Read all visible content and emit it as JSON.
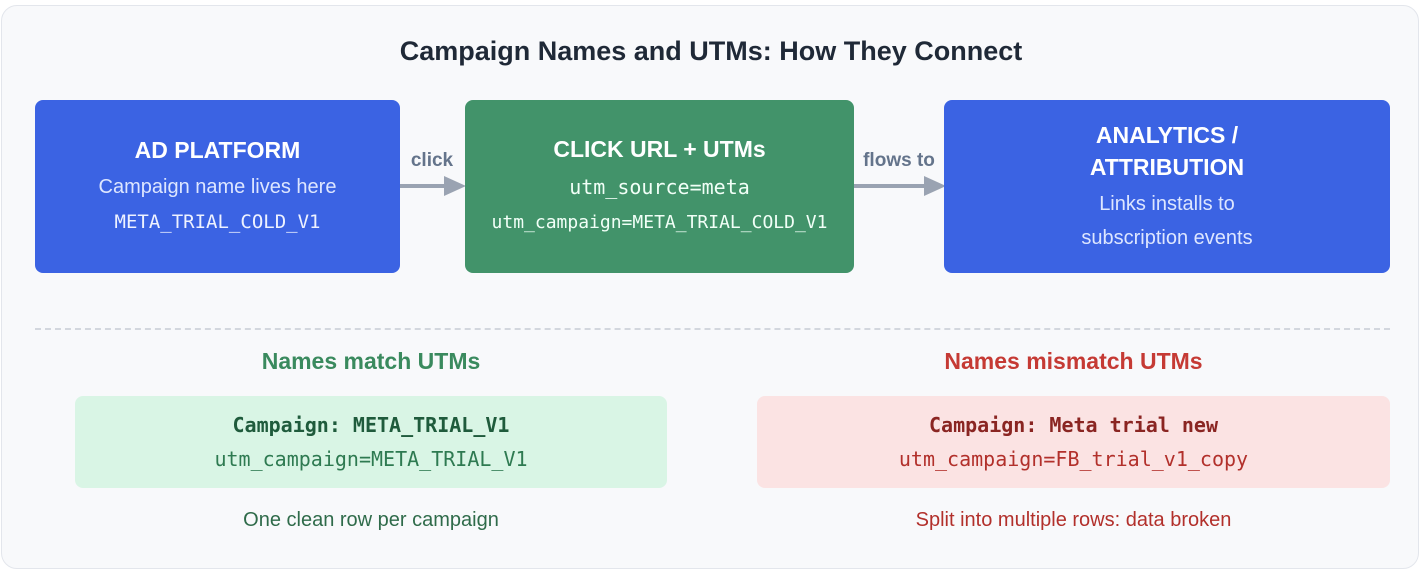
{
  "title": "Campaign Names and UTMs: How They Connect",
  "flow": {
    "ad_platform": {
      "heading": "AD PLATFORM",
      "text": "Campaign name lives here",
      "code": "META_TRIAL_COLD_V1"
    },
    "click_url": {
      "heading": "CLICK URL + UTMs",
      "code1": "utm_source=meta",
      "code2": "utm_campaign=META_TRIAL_COLD_V1"
    },
    "analytics": {
      "heading_line1": "ANALYTICS /",
      "heading_line2": "ATTRIBUTION",
      "text_line1": "Links installs to",
      "text_line2": "subscription events"
    },
    "arrow1_label": "click",
    "arrow2_label": "flows to"
  },
  "match": {
    "title": "Names match UTMs",
    "campaign": "Campaign: META_TRIAL_V1",
    "utm": "utm_campaign=META_TRIAL_V1",
    "caption": "One clean row per campaign"
  },
  "mismatch": {
    "title": "Names mismatch UTMs",
    "campaign": "Campaign: Meta trial new",
    "utm": "utm_campaign=FB_trial_v1_copy",
    "caption": "Split into multiple rows: data broken"
  },
  "colors": {
    "blue_box": "#3b63e3",
    "green_box": "#42936a",
    "match_text": "#3a8a5e",
    "mismatch_text": "#c53a34",
    "arrow": "#9aa3b2"
  }
}
